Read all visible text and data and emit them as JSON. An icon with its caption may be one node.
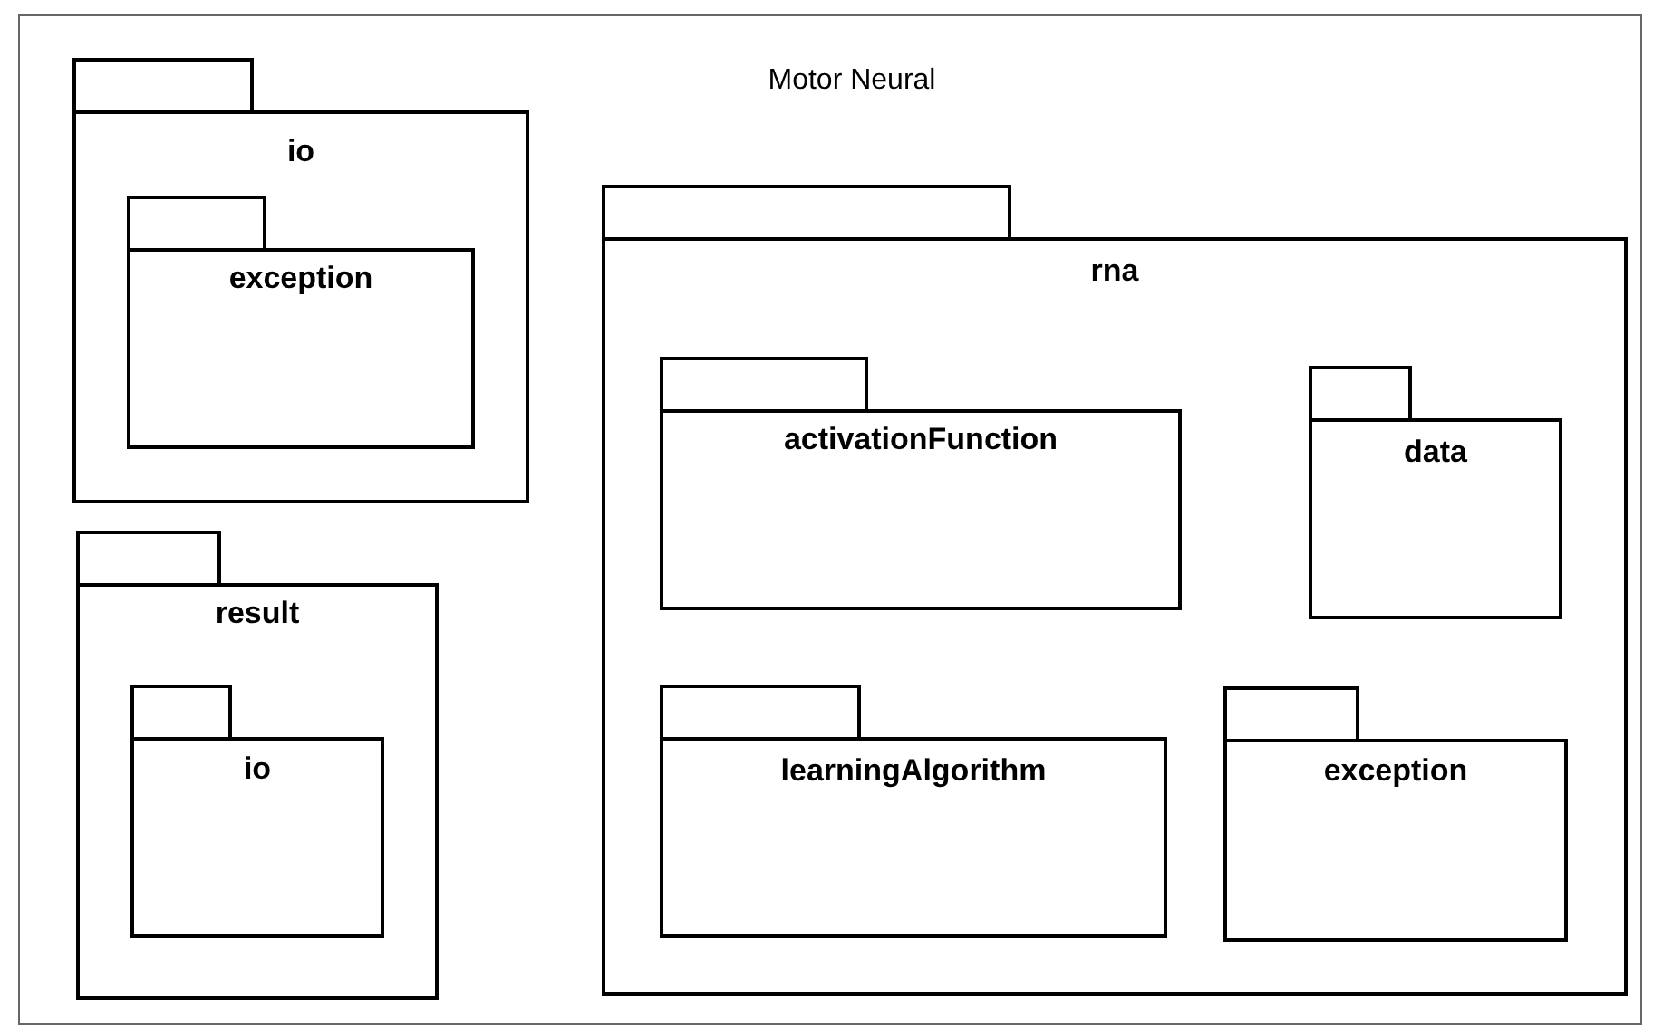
{
  "diagram": {
    "title": "Motor Neural",
    "nodes": [
      {
        "text": [
          "io"
        ]
      },
      {
        "text": [
          "exception"
        ],
        "in": 0
      },
      {
        "text": [
          "result"
        ]
      },
      {
        "text": [
          "io"
        ],
        "in": 2
      },
      {
        "text": [
          "rna"
        ]
      },
      {
        "text": [
          "activationFunction"
        ],
        "in": 4
      },
      {
        "text": [
          "data"
        ],
        "in": 4
      },
      {
        "text": [
          "learningAlgorithm"
        ],
        "in": 4
      },
      {
        "text": [
          "exception"
        ],
        "in": 4
      }
    ]
  }
}
